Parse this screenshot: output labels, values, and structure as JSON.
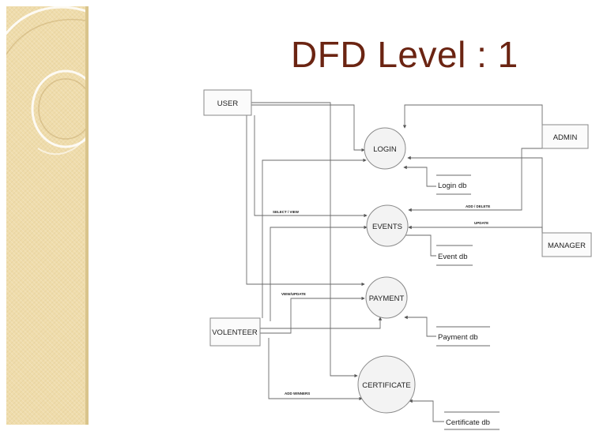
{
  "slide": {
    "title": "DFD Level : 1"
  },
  "theme": {
    "title_color": "#6b2412",
    "band_color": "#efdcab"
  },
  "diagram": {
    "entities": {
      "user": "USER",
      "admin": "ADMIN",
      "manager": "MANAGER",
      "volenteer": "VOLENTEER"
    },
    "processes": {
      "login": "LOGIN",
      "events": "EVENTS",
      "payment": "PAYMENT",
      "certificate": "CERTIFICATE"
    },
    "data_stores": {
      "login_db": "Login db",
      "event_db": "Event db",
      "payment_db": "Payment db",
      "certificate_db": "Certificate db"
    },
    "flow_labels": {
      "select_view": "SELECT / VIEW",
      "add_delete": "ADD / DELETE",
      "update": "UPDATE",
      "view_update": "VIEW/UPDATE",
      "add_winners": "ADD WINNERS"
    }
  }
}
